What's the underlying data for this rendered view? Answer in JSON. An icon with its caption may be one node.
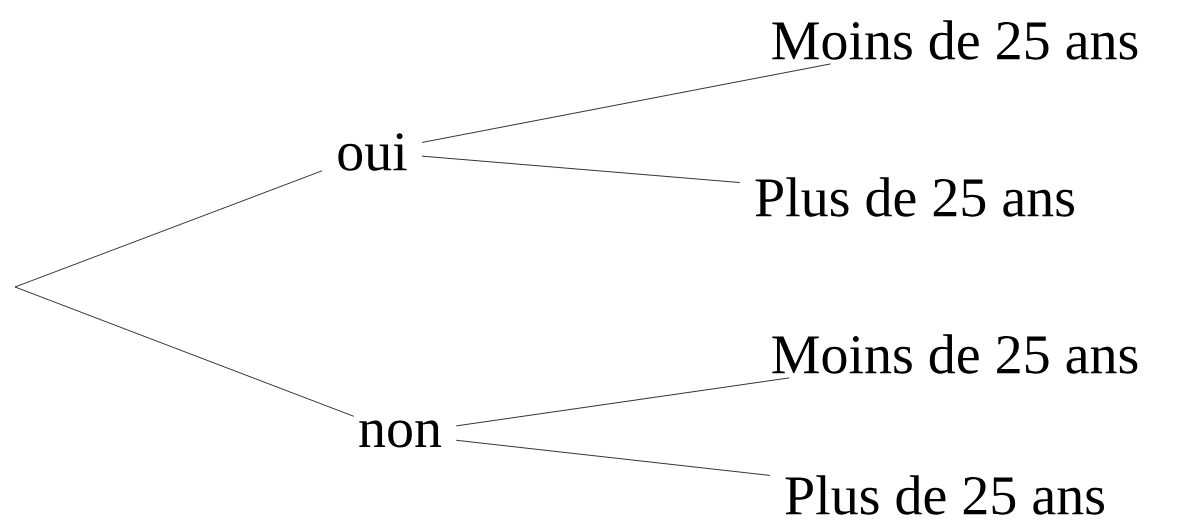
{
  "diagram": {
    "nodes": [
      {
        "text": [
          "oui"
        ]
      },
      {
        "text": [
          "non"
        ]
      },
      {
        "text": [
          "Moins de 25 ans"
        ]
      },
      {
        "text": [
          "Plus de 25 ans"
        ]
      },
      {
        "text": [
          "Moins de 25 ans"
        ]
      },
      {
        "text": [
          "Plus de 25 ans"
        ]
      }
    ],
    "edges": [
      {
        "from": null,
        "to": 0,
        "arrow": "none"
      },
      {
        "from": null,
        "to": 1,
        "arrow": "none"
      },
      {
        "from": 0,
        "to": 2,
        "arrow": "none"
      },
      {
        "from": 0,
        "to": 3,
        "arrow": "none"
      },
      {
        "from": 1,
        "to": 4,
        "arrow": "none"
      },
      {
        "from": 1,
        "to": 5,
        "arrow": "none"
      }
    ]
  }
}
